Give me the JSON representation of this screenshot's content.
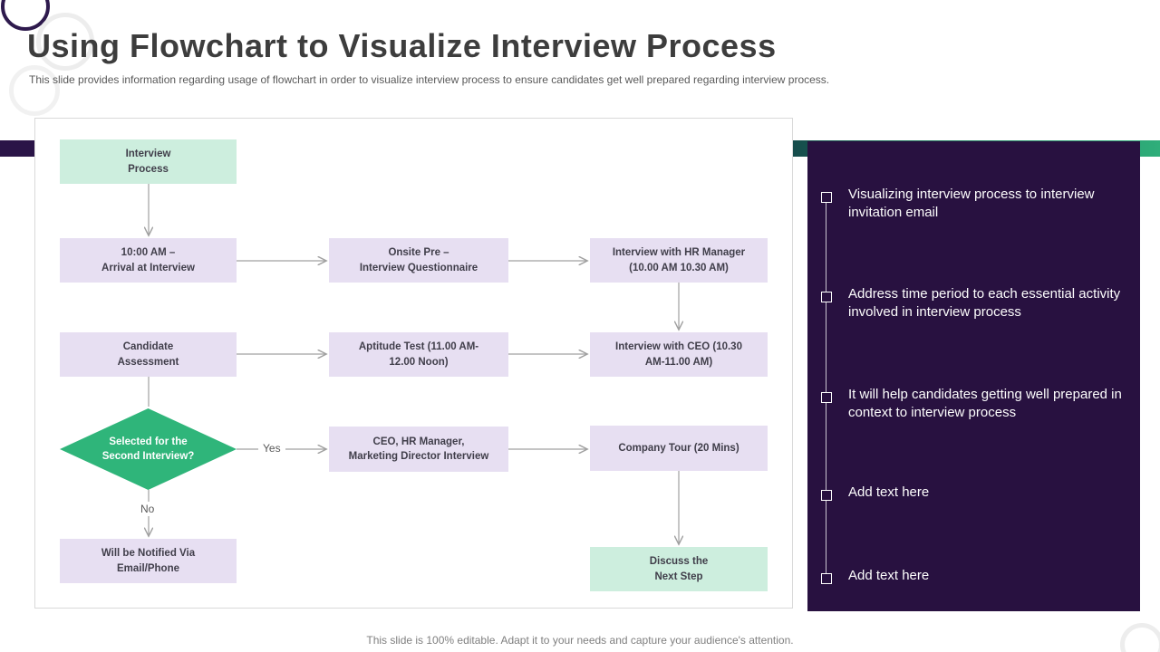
{
  "slide": {
    "title": "Using Flowchart to Visualize Interview Process",
    "subtitle": "This slide provides information regarding usage of flowchart in order to visualize interview process to ensure candidates get well prepared regarding interview process.",
    "footer": "This slide is 100% editable. Adapt it to your needs and capture your audience's attention."
  },
  "colors": {
    "accent_green": "#2fb57a",
    "mint_box": "#cdeede",
    "lavender_box": "#e7dff2",
    "sidebar_bg": "#281140",
    "bar_purple": "#2a1447",
    "arrow_gray": "#a0a0a0"
  },
  "flowchart": {
    "nodes": {
      "start": "Interview\nProcess",
      "arrival": "10:00 AM –\nArrival at Interview",
      "onsite": "Onsite Pre –\nInterview Questionnaire",
      "hr": "Interview with HR Manager\n(10.00 AM 10.30 AM)",
      "candidate": "Candidate\nAssessment",
      "aptitude": "Aptitude Test (11.00 AM-\n12.00 Noon)",
      "ceo": "Interview with CEO (10.30\nAM-11.00 AM)",
      "decision": "Selected for the\nSecond Interview?",
      "panel": "CEO, HR Manager,\nMarketing Director Interview",
      "tour": "Company Tour (20 Mins)",
      "notified": "Will be Notified Via\nEmail/Phone",
      "discuss": "Discuss the\nNext Step"
    },
    "edge_labels": {
      "yes": "Yes",
      "no": "No"
    }
  },
  "sidebar": {
    "items": [
      {
        "label": "Visualizing interview process to interview invitation email"
      },
      {
        "label": "Address time period to each essential activity involved in interview process"
      },
      {
        "label": "It will help candidates getting well prepared in context to interview process"
      },
      {
        "label": "Add text here"
      },
      {
        "label": "Add text here"
      }
    ]
  }
}
